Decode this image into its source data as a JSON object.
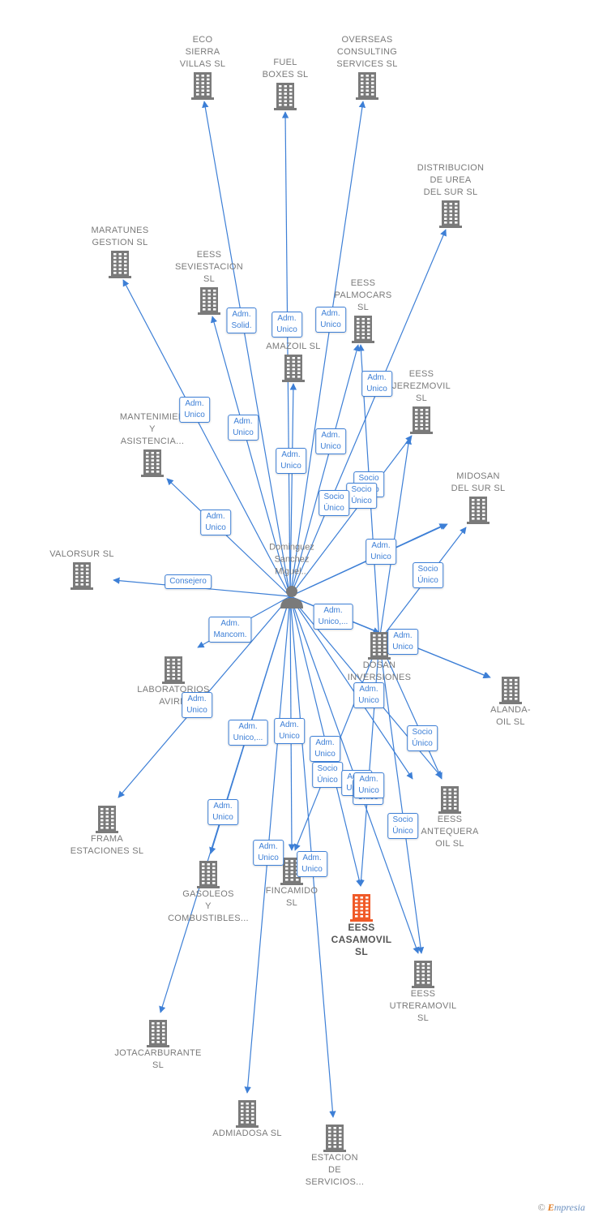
{
  "colors": {
    "edge": "#3d7fd6",
    "building": "#7a7a7a",
    "focus": "#f05a28"
  },
  "center": {
    "label": "Dominguez\nSanchez\nMiguel...",
    "icon": "person-icon"
  },
  "nodes": [
    {
      "id": "eco",
      "label": "ECO\nSIERRA\nVILLAS  SL",
      "icon": "building-icon"
    },
    {
      "id": "fuel",
      "label": "FUEL\nBOXES  SL",
      "icon": "building-icon"
    },
    {
      "id": "overseas",
      "label": "OVERSEAS\nCONSULTING\nSERVICES  SL",
      "icon": "building-icon"
    },
    {
      "id": "distribucion",
      "label": "DISTRIBUCION\nDE UREA\nDEL SUR  SL",
      "icon": "building-icon"
    },
    {
      "id": "maratunes",
      "label": "MARATUNES\nGESTION  SL",
      "icon": "building-icon"
    },
    {
      "id": "seviestacion",
      "label": "EESS\nSEVIESTACION\nSL",
      "icon": "building-icon"
    },
    {
      "id": "palmocars",
      "label": "EESS\nPALMOCARS\nSL",
      "icon": "building-icon"
    },
    {
      "id": "amazoil",
      "label": "AMAZOIL  SL",
      "icon": "building-icon"
    },
    {
      "id": "jerezmovil",
      "label": "EESS\nJEREZMOVIL\nSL",
      "icon": "building-icon"
    },
    {
      "id": "mantenimien",
      "label": "MANTENIMIEN\nY\nASISTENCIA...",
      "icon": "building-icon"
    },
    {
      "id": "midosan",
      "label": "MIDOSAN\nDEL SUR   SL",
      "icon": "building-icon"
    },
    {
      "id": "valorsur",
      "label": "VALORSUR  SL",
      "icon": "building-icon"
    },
    {
      "id": "dosan",
      "label": "DOSAN\nINVERSIONES",
      "icon": "building-icon"
    },
    {
      "id": "laboratorios",
      "label": "LABORATORIOS\nAVIRM",
      "icon": "building-icon"
    },
    {
      "id": "alanda",
      "label": "ALANDA-\nOIL  SL",
      "icon": "building-icon"
    },
    {
      "id": "frama",
      "label": "FRAMA\nESTACIONES SL",
      "icon": "building-icon"
    },
    {
      "id": "antequera",
      "label": "EESS\nANTEQUERA\nOIL   SL",
      "icon": "building-icon"
    },
    {
      "id": "gasoleos",
      "label": "GASOLEOS\nY\nCOMBUSTIBLES...",
      "icon": "building-icon"
    },
    {
      "id": "fincamido",
      "label": "FINCAMIDO\nSL",
      "icon": "building-icon"
    },
    {
      "id": "casamovil",
      "label": "EESS\nCASAMOVIL\nSL",
      "icon": "building-icon-highlight"
    },
    {
      "id": "utreramovil",
      "label": "EESS\nUTRERAMOVIL\nSL",
      "icon": "building-icon"
    },
    {
      "id": "jotacarburante",
      "label": "JOTACARBURANTE SL",
      "icon": "building-icon"
    },
    {
      "id": "admiadosa",
      "label": "ADMIADOSA SL",
      "icon": "building-icon"
    },
    {
      "id": "estacion",
      "label": "ESTACION\nDE\nSERVICIOS...",
      "icon": "building-icon"
    }
  ],
  "edge_labels": [
    {
      "id": "e1",
      "text": "Adm.\nSolid."
    },
    {
      "id": "e2",
      "text": "Adm.\nUnico"
    },
    {
      "id": "e3",
      "text": "Adm.\nUnico"
    },
    {
      "id": "e4",
      "text": "Adm.\nUnico"
    },
    {
      "id": "e5",
      "text": "Adm.\nUnico"
    },
    {
      "id": "e6",
      "text": "Adm.\nUnico"
    },
    {
      "id": "e7",
      "text": "Adm.\nUnico"
    },
    {
      "id": "e8",
      "text": "Adm.\nUnico"
    },
    {
      "id": "e9",
      "text": "Socio\nÚnico"
    },
    {
      "id": "e10",
      "text": "Socio\nÚnico"
    },
    {
      "id": "e11",
      "text": "Socio\nÚnico"
    },
    {
      "id": "e12",
      "text": "Adm.\nUnico"
    },
    {
      "id": "e13",
      "text": "Adm.\nUnico"
    },
    {
      "id": "e14",
      "text": "Socio\nÚnico"
    },
    {
      "id": "e15",
      "text": "Consejero"
    },
    {
      "id": "e16",
      "text": "Adm.\nMancom."
    },
    {
      "id": "e17",
      "text": "Adm.\nUnico,..."
    },
    {
      "id": "e18",
      "text": "Adm.\nUnico"
    },
    {
      "id": "e19",
      "text": "Adm.\nUnico"
    },
    {
      "id": "e20",
      "text": "Adm.\nUnico"
    },
    {
      "id": "e21",
      "text": "Adm.\nUnico,..."
    },
    {
      "id": "e22",
      "text": "Adm.\nUnico"
    },
    {
      "id": "e23",
      "text": "Socio\nÚnico"
    },
    {
      "id": "e24",
      "text": "Adm.\nUnico"
    },
    {
      "id": "e25",
      "text": "Socio\nÚnico"
    },
    {
      "id": "e26",
      "text": "Adm.\nUnico"
    },
    {
      "id": "e27",
      "text": "Adm.\nUnico"
    },
    {
      "id": "e28",
      "text": "Adm.\nUnico"
    },
    {
      "id": "e29",
      "text": "Adm.\nUnico"
    },
    {
      "id": "e30",
      "text": "Socio\nÚnico"
    },
    {
      "id": "e31",
      "text": "Adm.\nUnico"
    },
    {
      "id": "e32",
      "text": "Socio\nÚnico"
    }
  ],
  "brand": {
    "copyright": "©",
    "name_initial": "E",
    "name_rest": "mpresia"
  }
}
